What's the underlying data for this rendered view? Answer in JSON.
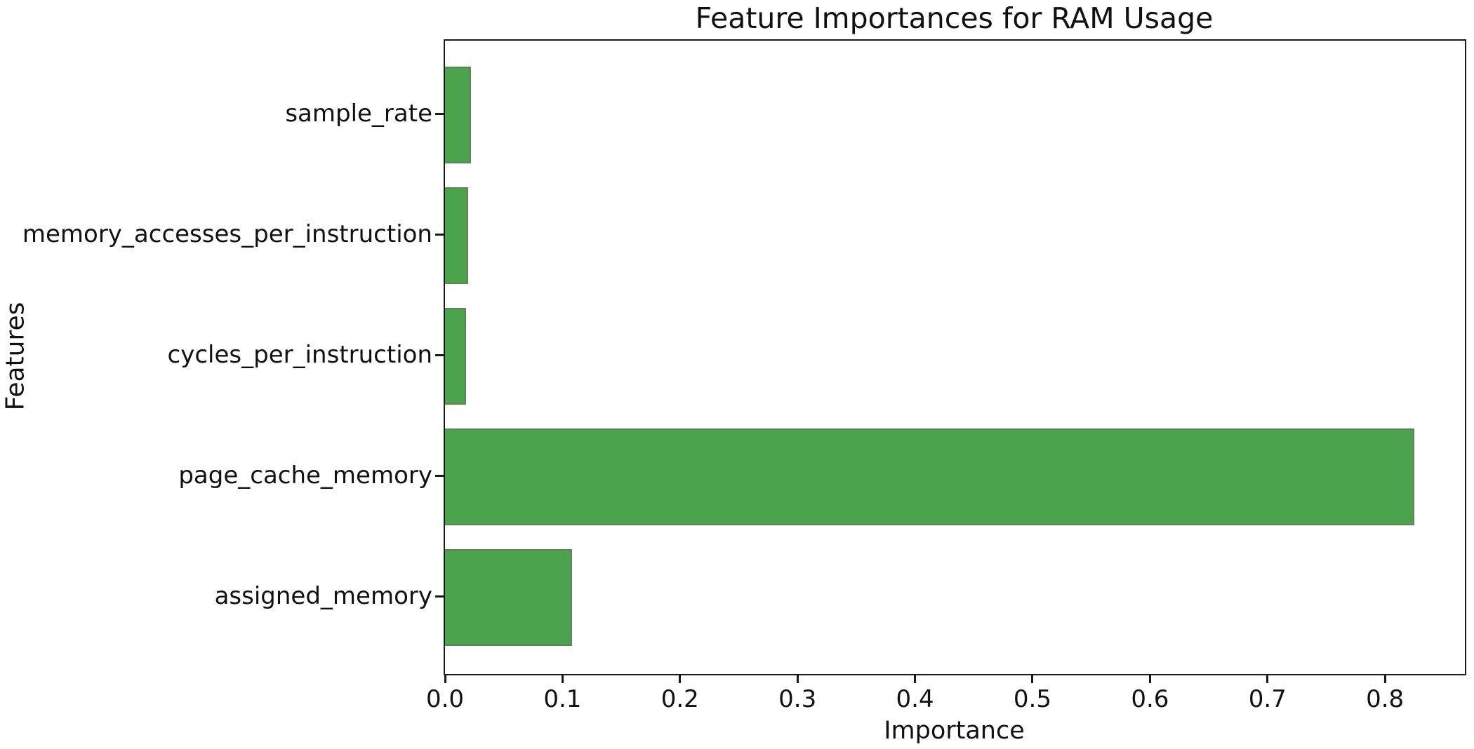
{
  "chart_data": {
    "type": "bar",
    "orientation": "horizontal",
    "title": "Feature Importances for RAM Usage",
    "xlabel": "Importance",
    "ylabel": "Features",
    "categories": [
      "sample_rate",
      "memory_accesses_per_instruction",
      "cycles_per_instruction",
      "page_cache_memory",
      "assigned_memory"
    ],
    "values": [
      0.022,
      0.02,
      0.018,
      0.825,
      0.108
    ],
    "xlim": [
      0,
      0.868
    ],
    "xticks": [
      0.0,
      0.1,
      0.2,
      0.3,
      0.4,
      0.5,
      0.6,
      0.7,
      0.8
    ],
    "xtick_labels": [
      "0.0",
      "0.1",
      "0.2",
      "0.3",
      "0.4",
      "0.5",
      "0.6",
      "0.7",
      "0.8"
    ],
    "grid": false,
    "legend": "none",
    "bar_color": "#4ba34e",
    "bar_edge_color": "#5f8557",
    "background_color": "#ffffff",
    "text_color": "#111111"
  }
}
